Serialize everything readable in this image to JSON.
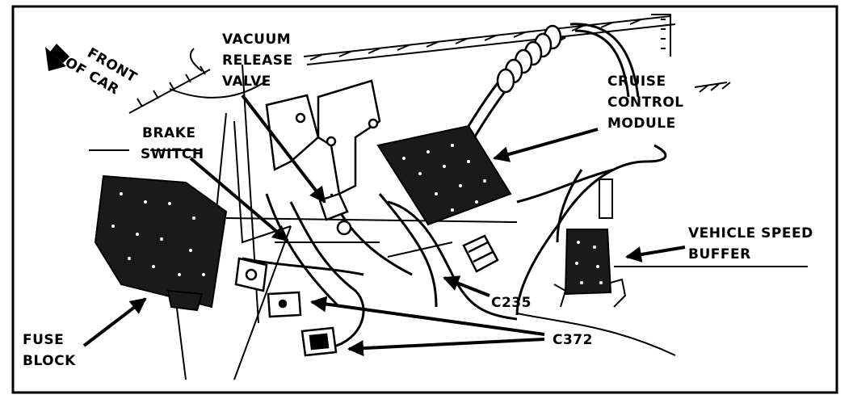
{
  "labels": {
    "front_of_car_line1": "FRONT",
    "front_of_car_line2": "OF CAR",
    "vacuum_line1": "VACUUM",
    "vacuum_line2": "RELEASE",
    "vacuum_line3": "VALVE",
    "brake_line1": "BRAKE",
    "brake_line2": "SWITCH",
    "cruise_line1": "CRUISE",
    "cruise_line2": "CONTROL",
    "cruise_line3": "MODULE",
    "vsb_line1": "VEHICLE SPEED",
    "vsb_line2": "BUFFER",
    "c235": "C235",
    "c372": "C372",
    "fuse_line1": "FUSE",
    "fuse_line2": "BLOCK"
  }
}
